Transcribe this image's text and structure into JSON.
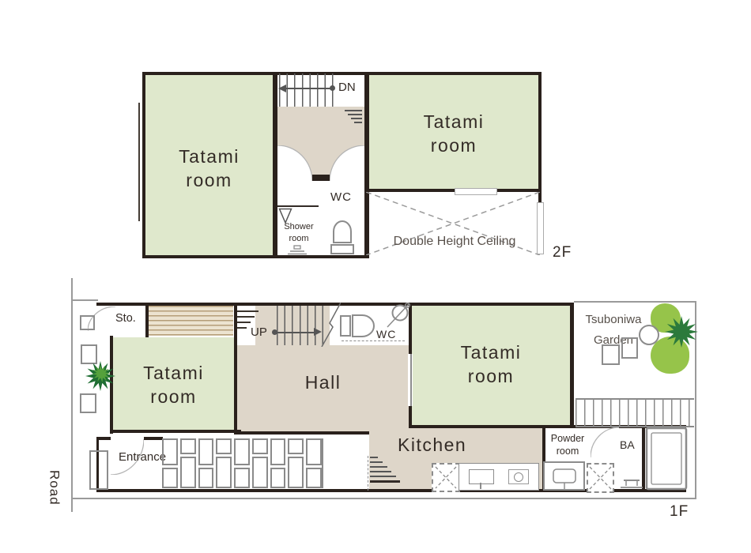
{
  "colors": {
    "tatami_green": "#dfe8cc",
    "floor_beige": "#ded6c9",
    "wall_dark": "#2a211c",
    "line_gray": "#8c8c8c",
    "boundary_gray": "#9a9a9a",
    "text_dark": "#332b26",
    "bush_light": "#96c44a",
    "bush_dark": "#2c7a3c"
  },
  "f2": {
    "floor_label": "2F",
    "tatami_left": {
      "l1": "Tatami",
      "l2": "room"
    },
    "tatami_right": {
      "l1": "Tatami",
      "l2": "room"
    },
    "stairs": "DN",
    "wc": "WC",
    "shower": {
      "l1": "Shower",
      "l2": "room"
    },
    "void_label": "Double Height Ceiling"
  },
  "f1": {
    "floor_label": "1F",
    "storage": "Sto.",
    "stairs": "UP",
    "wc": "WC",
    "tatami_left": {
      "l1": "Tatami",
      "l2": "room"
    },
    "tatami_right": {
      "l1": "Tatami",
      "l2": "room"
    },
    "hall": "Hall",
    "kitchen": "Kitchen",
    "entrance": "Entrance",
    "powder": {
      "l1": "Powder",
      "l2": "room"
    },
    "bath": "BA",
    "garden": {
      "l1": "Tsuboniwa",
      "l2": "Garden"
    },
    "road": "Road"
  }
}
